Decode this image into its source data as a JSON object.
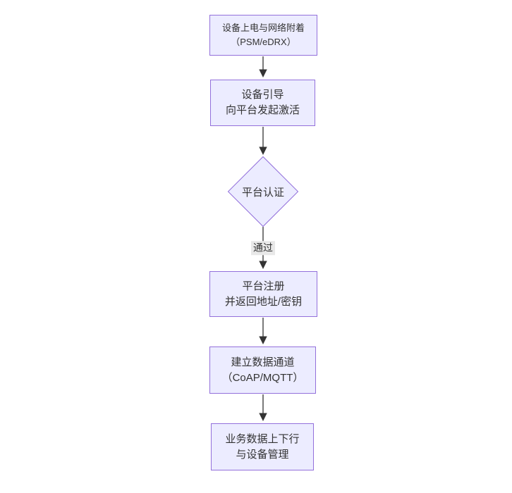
{
  "diagram": {
    "type": "flowchart",
    "direction": "top-down",
    "colors": {
      "node_fill": "#ECECFF",
      "node_border": "#9370DB",
      "edge_color": "#333333",
      "text_color": "#333333",
      "edge_label_bg": "#e8e8e8",
      "background": "#ffffff"
    },
    "nodes": {
      "power_attach": {
        "shape": "rect",
        "line1": "设备上电与网络附着",
        "line2": "（PSM/eDRX）"
      },
      "bootstrap": {
        "shape": "rect",
        "line1": "设备引导",
        "line2": "向平台发起激活"
      },
      "auth": {
        "shape": "diamond",
        "line1": "平台认证"
      },
      "register": {
        "shape": "rect",
        "line1": "平台注册",
        "line2": "并返回地址/密钥"
      },
      "channel": {
        "shape": "rect",
        "line1": "建立数据通道",
        "line2": "（CoAP/MQTT）"
      },
      "business": {
        "shape": "rect",
        "line1": "业务数据上下行",
        "line2": "与设备管理"
      }
    },
    "edges": [
      {
        "from": "power_attach",
        "to": "bootstrap",
        "label": ""
      },
      {
        "from": "bootstrap",
        "to": "auth",
        "label": ""
      },
      {
        "from": "auth",
        "to": "register",
        "label": "通过"
      },
      {
        "from": "register",
        "to": "channel",
        "label": ""
      },
      {
        "from": "channel",
        "to": "business",
        "label": ""
      }
    ],
    "edge_label_pass": "通过"
  }
}
